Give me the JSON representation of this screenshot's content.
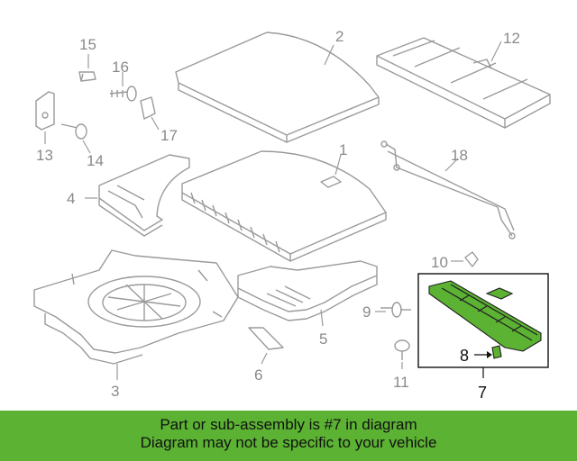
{
  "callouts": {
    "c1": "1",
    "c2": "2",
    "c3": "3",
    "c4": "4",
    "c5": "5",
    "c6": "6",
    "c7": "7",
    "c8": "8",
    "c9": "9",
    "c10": "10",
    "c11": "11",
    "c12": "12",
    "c13": "13",
    "c14": "14",
    "c15": "15",
    "c16": "16",
    "c17": "17",
    "c18": "18"
  },
  "banner": {
    "line1": "Part or sub-assembly is #7 in diagram",
    "line2": "Diagram may not be specific to your vehicle"
  },
  "colors": {
    "banner_bg": "#5cb233",
    "highlight_part": "#5cb233",
    "line": "#9a9a9a"
  }
}
